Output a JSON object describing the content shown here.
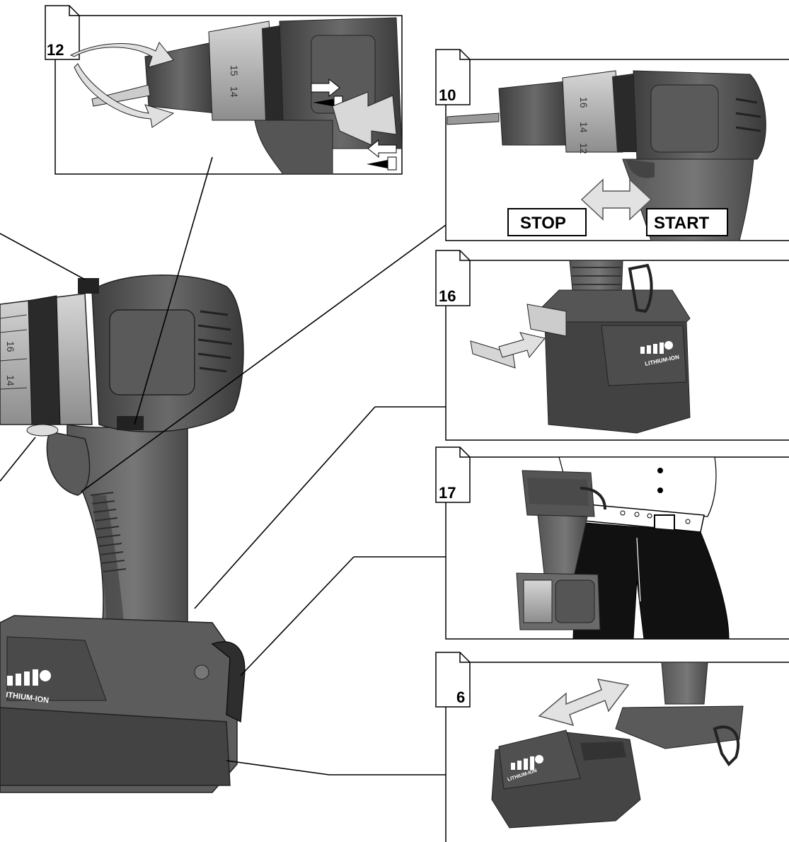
{
  "panels": [
    {
      "id": "p12",
      "number": "12"
    },
    {
      "id": "p10",
      "number": "10"
    },
    {
      "id": "p16",
      "number": "16"
    },
    {
      "id": "p17",
      "number": "17"
    },
    {
      "id": "p6",
      "number": "6"
    }
  ],
  "labels": {
    "stop": "STOP",
    "start": "START"
  },
  "dial": {
    "a": "16",
    "b": "14",
    "c": "12",
    "d": "15"
  },
  "battery": {
    "brand_main": "LITHIUM-ION",
    "brand_partial": "ITHIUM-ION"
  },
  "colors": {
    "tool_dark": "#4a4a4a",
    "tool_mid": "#7a7a7a",
    "tool_light": "#b5b5b5",
    "arrow": "#d8d8d8",
    "line": "#000000"
  }
}
